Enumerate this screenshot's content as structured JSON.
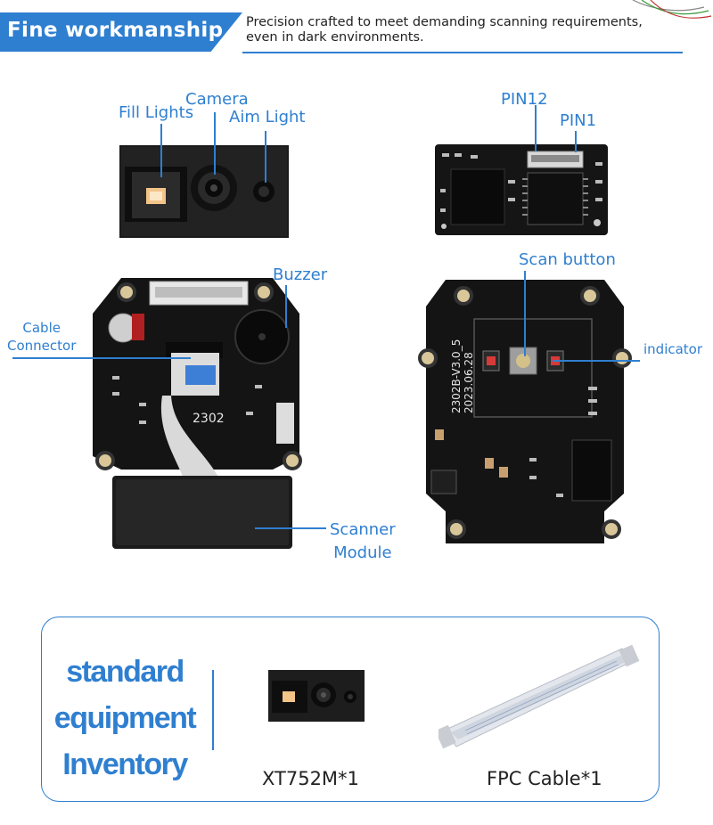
{
  "header": {
    "title": "Fine workmanship",
    "description_line1": "Precision crafted to meet demanding scanning requirements,",
    "description_line2": "even in dark environments."
  },
  "labels": {
    "fill_lights": "Fill Lights",
    "camera": "Camera",
    "aim_light": "Aim Light",
    "pin12": "PIN12",
    "pin1": "PIN1",
    "buzzer": "Buzzer",
    "cable_connector_line1": "Cable",
    "cable_connector_line2": "Connector",
    "scanner_module_line1": "Scanner",
    "scanner_module_line2": "Module",
    "scan_button": "Scan button",
    "indicator": "indicator"
  },
  "equipment": {
    "title_line1": "standard",
    "title_line2": "equipment",
    "title_line3": "Inventory",
    "items": [
      {
        "label": "XT752M*1",
        "icon": "scanner-module-icon"
      },
      {
        "label": "FPC Cable*1",
        "icon": "fpc-cable-icon"
      }
    ]
  },
  "colors": {
    "accent": "#2f7fd0",
    "pcb": "#151515",
    "text": "#222222"
  }
}
